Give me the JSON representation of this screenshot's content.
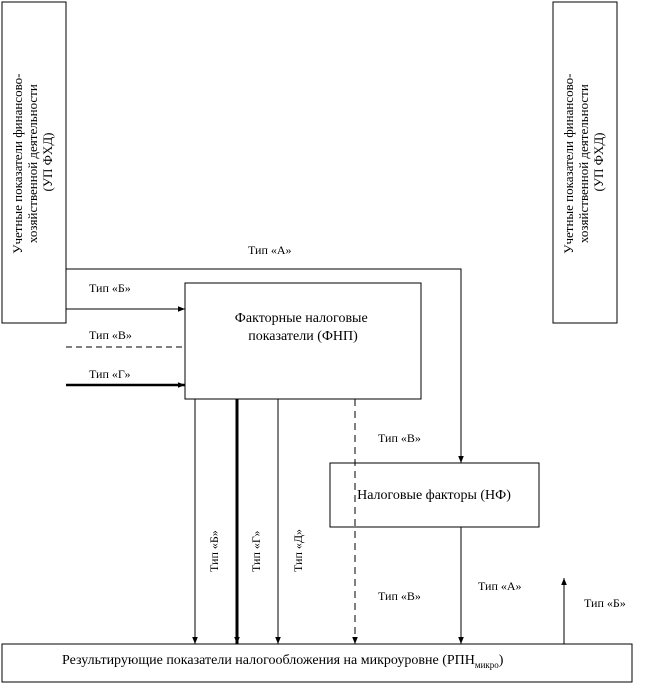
{
  "boxes": {
    "left": [
      "Учетные показатели финансово-",
      "хозяйственной деятельности",
      "(УП ФХД)"
    ],
    "right": [
      "Учетные показатели финансово-",
      "хозяйственной деятельности",
      "(УП ФХД)"
    ],
    "fnp": [
      "Факторные налоговые",
      "показатели (ФНП)"
    ],
    "nf": "Налоговые факторы (НФ)",
    "bottom_main": "Результирующие показатели налогообложения на микроуровне (РПН",
    "bottom_sub": "микро",
    "bottom_close": ")"
  },
  "labels": {
    "type_a": "Тип «А»",
    "type_b": "Тип «Б»",
    "type_v": "Тип «В»",
    "type_g": "Тип «Г»",
    "type_d": "Тип «Д»"
  }
}
